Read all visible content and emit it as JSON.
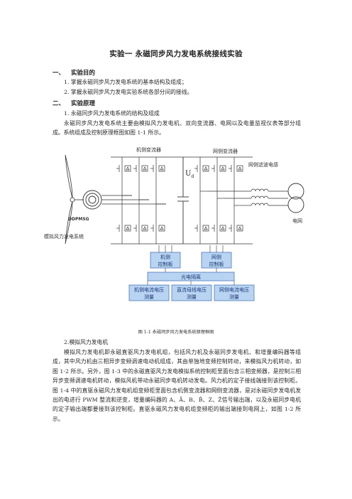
{
  "title": "实验一  永磁同步风力发电系统接线实验",
  "sections": [
    {
      "num": "一、",
      "title": "实验目的"
    },
    {
      "num": "二、",
      "title": "实验原理"
    }
  ],
  "purpose_items": [
    "1. 掌握永磁同步风力发电系统的基本结构及组成；",
    "2. 掌握永磁同步风力发电实验系统各部分间的接线。"
  ],
  "principle": {
    "sub1": "1. 永磁同步风力发电系统的结构及组成",
    "para1": "永磁同步风力发电系统主要由模拟风力发电机、双向变流器、电网以及电量监视仪表等部分组成。系统组成及控制原理框图如图 1-1 所示。",
    "sub2": "2.模拟风力发电机",
    "para2": "模拟风力发电机即永磁直驱风力发电机组，包括风力机及永磁同步发电机、和增量编码器等组成，其中风力机由三相异步变频调速电动机组成，其由单独地变频控制转动，来模拟风力机转动，如图 1-2 所示。另外，图 1-3 中的永磁直驱风力发电模拟系统控制柜里面包含三相变频器，是控制三相异步变频调速电机转动，模拟风机带动永磁同步电机转动发电。风力机的定子接线端接到该控制柜。图 1-4 中的直驱永磁风力发电机组变频柜里面包含机侧变流器和网侧变流器，是对永磁同步发电机发出的电进行 PWM 整流和逆变，增量编码器的 A、Ā、B、B̄、Z、Z̄信号输出端，以及永磁同步电机的定子输出端都要接到该控制柜。直驱永磁风力发电机组变频柜的输出端接到电网上，如图 1-2 所示。"
  },
  "diagram": {
    "machine_converter": "机侧变流器",
    "grid_converter": "网侧变流器",
    "dc_voltage": "U",
    "dc_voltage_sub": "d",
    "filter_inductor": "网侧滤波电感",
    "generator": "DDPMSG",
    "wind_system": "模拟风力发电系统",
    "grid": "电网",
    "machine_ctrl": [
      "机侧",
      "控制板"
    ],
    "grid_ctrl": [
      "网侧",
      "控制板"
    ],
    "isolation": "光电隔离",
    "meas_machine_current": [
      "机侧电流电压",
      "测量"
    ],
    "meas_dc_voltage": [
      "直流母线电压",
      "测量"
    ],
    "meas_grid": [
      "网侧电流电压",
      "测量"
    ],
    "caption": "图 1-1 永磁同步风力发电系统原理框图"
  },
  "colors": {
    "box_fill": "#b9d3f2",
    "box_stroke": "#4f78b8",
    "box_text": "#1e3c78"
  }
}
